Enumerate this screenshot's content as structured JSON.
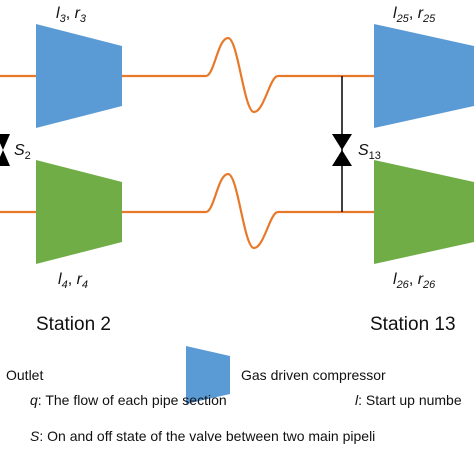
{
  "colors": {
    "pipe": "#e8792b",
    "compressor_blue": "#5b9bd5",
    "compressor_green": "#70ad47",
    "valve": "#000000"
  },
  "diagram": {
    "top_left_label": {
      "var": "l",
      "sub1": "3",
      "sep": ", ",
      "var2": "r",
      "sub2": "3"
    },
    "top_right_label": {
      "var": "l",
      "sub1": "25",
      "sep": ", ",
      "var2": "r",
      "sub2": "25"
    },
    "bottom_left_label": {
      "var": "l",
      "sub1": "4",
      "sep": ", ",
      "var2": "r",
      "sub2": "4"
    },
    "bottom_right_label": {
      "var": "l",
      "sub1": "26",
      "sep": ", ",
      "var2": "r",
      "sub2": "26"
    },
    "valve_left": {
      "var": "S",
      "sub": "2"
    },
    "valve_right": {
      "var": "S",
      "sub": "13"
    },
    "station_left": "Station 2",
    "station_right": "Station 13"
  },
  "legend": {
    "outlet": "Outlet",
    "compressor": "Gas driven compressor",
    "q_sym": "q",
    "q_text": ": The flow of each pipe section",
    "l_sym": "l",
    "l_text": ": Start up numbe",
    "s_sym": "S",
    "s_text": ": On and off state of the valve between two main pipeli"
  }
}
